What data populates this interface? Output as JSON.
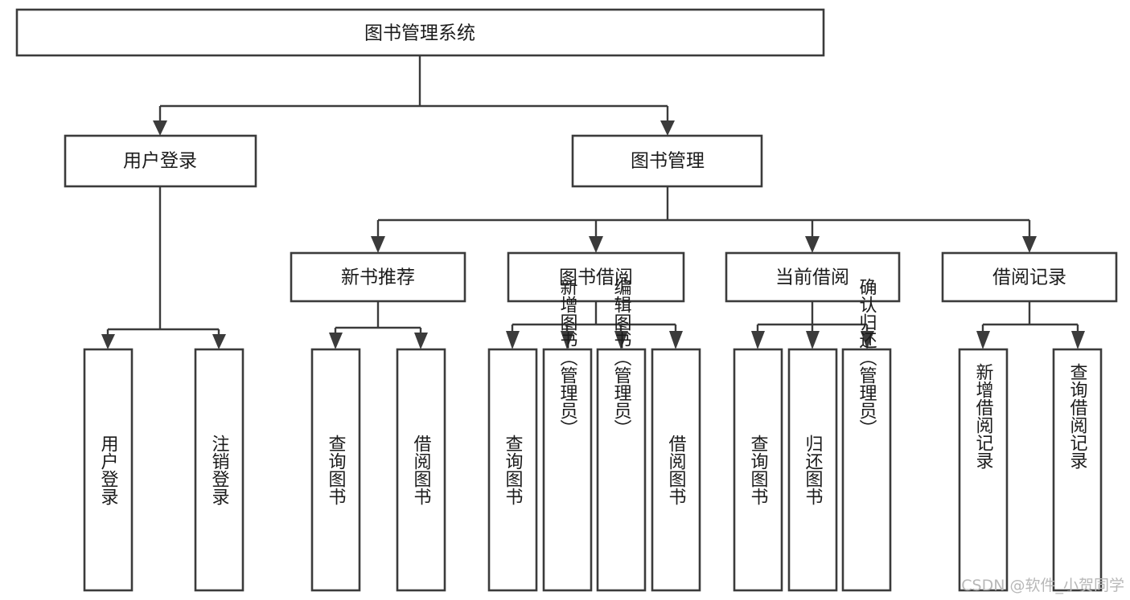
{
  "diagram": {
    "type": "tree-hierarchy",
    "title": "图书管理系统",
    "orientation": "top-down",
    "colors": {
      "box_stroke": "#3b3b3b",
      "box_fill": "#ffffff",
      "connector": "#3b3b3b",
      "text": "#1b1b1b",
      "background": "#ffffff",
      "watermark": "#b8b8b8"
    },
    "root": {
      "label": "图书管理系统"
    },
    "level2": [
      {
        "label": "用户登录"
      },
      {
        "label": "图书管理"
      }
    ],
    "level3": [
      {
        "label": "新书推荐"
      },
      {
        "label": "图书借阅"
      },
      {
        "label": "当前借阅"
      },
      {
        "label": "借阅记录"
      }
    ],
    "leaves": {
      "user_login": [
        {
          "label": "用户登录"
        },
        {
          "label": "注销登录"
        }
      ],
      "new_book": [
        {
          "label": "查询图书"
        },
        {
          "label": "借阅图书"
        }
      ],
      "book_borrow": [
        {
          "label": "查询图书"
        },
        {
          "label": "新增图书（管理员）"
        },
        {
          "label": "编辑图书（管理员）"
        },
        {
          "label": "借阅图书"
        }
      ],
      "current_borrow": [
        {
          "label": "查询图书"
        },
        {
          "label": "归还图书"
        },
        {
          "label": "确认归还（管理员）"
        }
      ],
      "borrow_record": [
        {
          "label": "新增借阅记录"
        },
        {
          "label": "查询借阅记录"
        }
      ]
    }
  },
  "watermark": {
    "text": "CSDN @软件_小贺同学"
  }
}
